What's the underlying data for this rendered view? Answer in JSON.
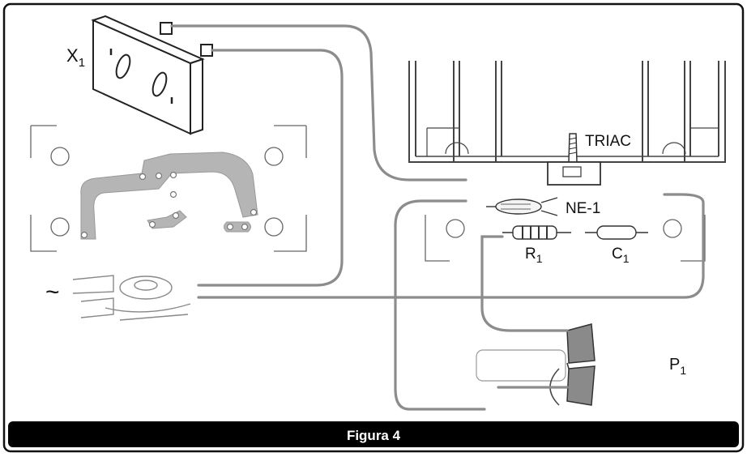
{
  "labels": {
    "x1_main": "X",
    "x1_sub": "1",
    "triac": "TRIAC",
    "ne1": "NE-1",
    "r1_main": "R",
    "r1_sub": "1",
    "c1_main": "C",
    "c1_sub": "1",
    "p1_main": "P",
    "p1_sub": "1",
    "ac_symbol": "~"
  },
  "caption": "Figura 4",
  "colors": {
    "frame": "#111111",
    "caption_bg": "#000000",
    "caption_text": "#ffffff",
    "wire": "#8a8a8a",
    "copper": "#b0b0b0",
    "outline": "#555555"
  }
}
